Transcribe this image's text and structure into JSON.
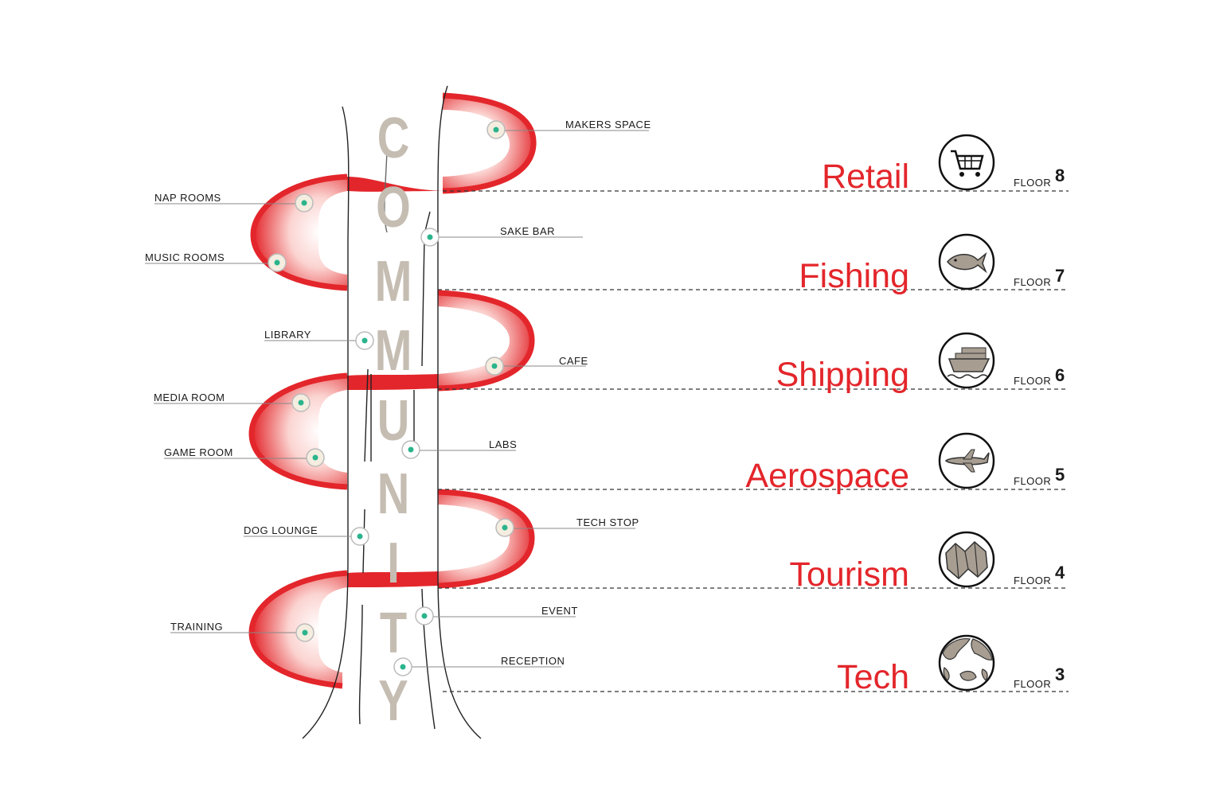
{
  "central_word": [
    "C",
    "O",
    "M",
    "M",
    "U",
    "N",
    "I",
    "T",
    "Y"
  ],
  "rooms": [
    {
      "id": "makers-space",
      "label": "MAKERS SPACE"
    },
    {
      "id": "nap-rooms",
      "label": "NAP ROOMS"
    },
    {
      "id": "sake-bar",
      "label": "SAKE BAR"
    },
    {
      "id": "music-rooms",
      "label": "MUSIC ROOMS"
    },
    {
      "id": "library",
      "label": "LIBRARY"
    },
    {
      "id": "cafe",
      "label": "CAFE"
    },
    {
      "id": "media-room",
      "label": "MEDIA ROOM"
    },
    {
      "id": "labs",
      "label": "LABS"
    },
    {
      "id": "game-room",
      "label": "GAME ROOM"
    },
    {
      "id": "tech-stop",
      "label": "TECH STOP"
    },
    {
      "id": "dog-lounge",
      "label": "DOG LOUNGE"
    },
    {
      "id": "event",
      "label": "EVENT"
    },
    {
      "id": "training",
      "label": "TRAINING"
    },
    {
      "id": "reception",
      "label": "RECEPTION"
    }
  ],
  "floors": [
    {
      "industry": "Retail",
      "floor_label": "FLOOR",
      "number": "8",
      "icon": "shopping-cart-icon"
    },
    {
      "industry": "Fishing",
      "floor_label": "FLOOR",
      "number": "7",
      "icon": "fish-icon"
    },
    {
      "industry": "Shipping",
      "floor_label": "FLOOR",
      "number": "6",
      "icon": "cargo-ship-icon"
    },
    {
      "industry": "Aerospace",
      "floor_label": "FLOOR",
      "number": "5",
      "icon": "airplane-icon"
    },
    {
      "industry": "Tourism",
      "floor_label": "FLOOR",
      "number": "4",
      "icon": "folded-map-icon"
    },
    {
      "industry": "Tech",
      "floor_label": "FLOOR",
      "number": "3",
      "icon": "globe-icon"
    }
  ],
  "colors": {
    "ribbon": "#e3262b",
    "ribbon_light": "#fbe3e1",
    "letters": "#c5bdb2",
    "dot": "#2bb48c",
    "industry_text": "#e3262b",
    "line": "#333333"
  }
}
